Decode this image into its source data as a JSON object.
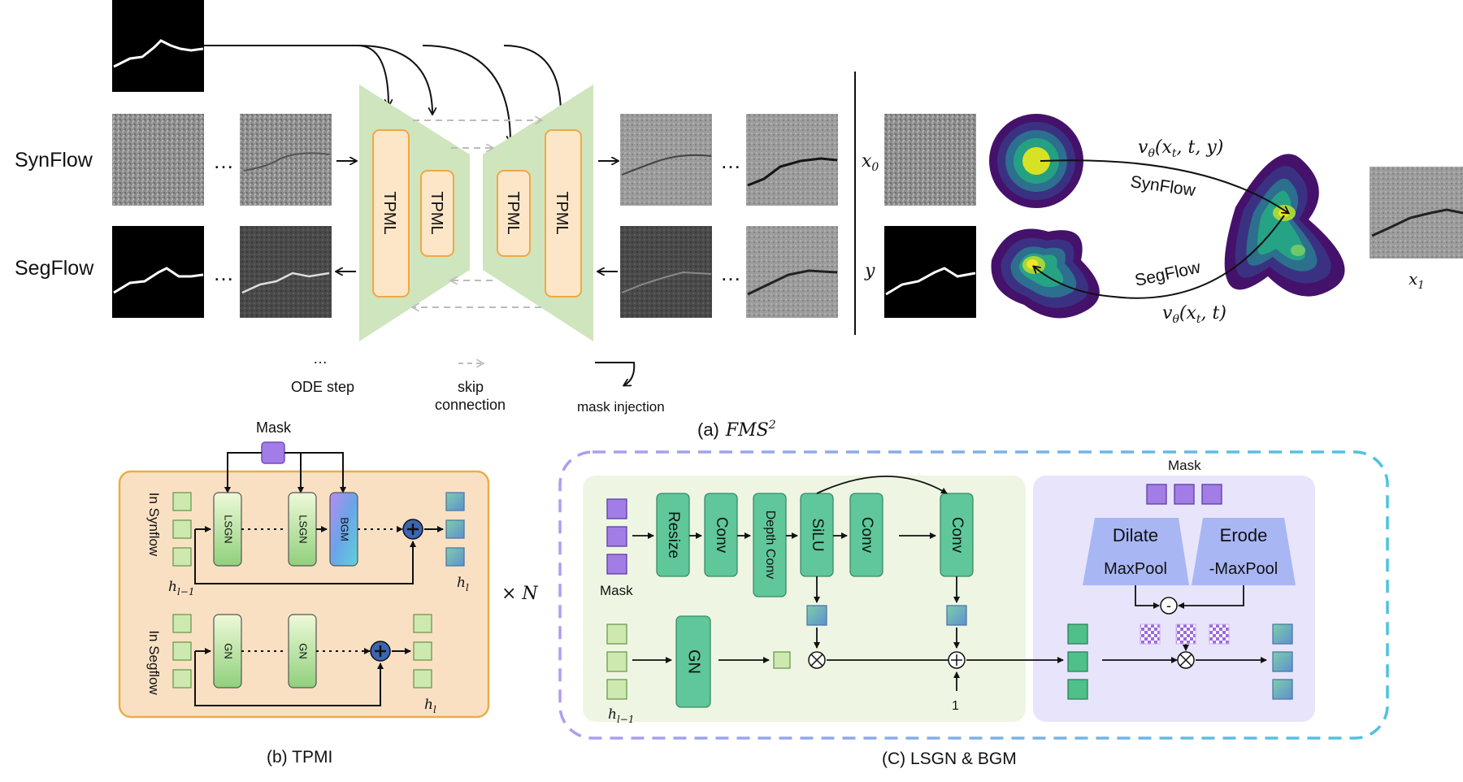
{
  "panel_a": {
    "row_labels": {
      "synflow": "SynFlow",
      "segflow": "SegFlow"
    },
    "block_label": "TPML",
    "ellipsis": "…",
    "legend": {
      "ode_symbol": "…",
      "ode_step": "ODE step",
      "skip_line1": "skip",
      "skip_line2": "connection",
      "mask_injection": "mask injection"
    },
    "caption": "(a)",
    "caption_math": "FMS",
    "caption_sup": "2",
    "flow": {
      "x0": "x",
      "x0_sub": "0",
      "y": "y",
      "x1": "x",
      "x1_sub": "1",
      "synflow": "SynFlow",
      "segflow": "SegFlow",
      "v_syn": "v",
      "v_syn_sub": "θ",
      "v_syn_args": "(x",
      "v_syn_args2": "t",
      "v_syn_args3": ", t, y)",
      "v_seg": "v",
      "v_seg_sub": "θ",
      "v_seg_args": "(x",
      "v_seg_args2": "t",
      "v_seg_args3": ", t)"
    }
  },
  "panel_b": {
    "mask": "Mask",
    "in_synflow": "In Synflow",
    "in_segflow": "In Segflow",
    "lsgn": "LSGN",
    "bgm": "BGM",
    "gn": "GN",
    "h_prev": "h",
    "h_prev_sub": "l−1",
    "h_l": "h",
    "h_l_sub": "l",
    "times_n": "× N",
    "caption": "(b) TPMI"
  },
  "panel_c": {
    "mask_left": "Mask",
    "resize": "Resize",
    "conv": "Conv",
    "depth_conv": "Depth Conv",
    "silu": "SiLU",
    "gn": "GN",
    "one": "1",
    "h_prev": "h",
    "h_prev_sub": "l−1",
    "mask_right": "Mask",
    "dilate": "Dilate",
    "dilate_op": "MaxPool",
    "erode": "Erode",
    "erode_op": "-MaxPool",
    "minus": "-",
    "caption": "(C) LSGN & BGM"
  },
  "colors": {
    "tpml_fill": "#fde6c8",
    "tpml_border": "#f0a843",
    "unet_green": "#cfe5bd",
    "panel_b_bg": "#fae0c3",
    "panel_b_border": "#e9ae4a",
    "green_block": "#5fc79a",
    "purple": "#a37de6",
    "lavender": "#e8e4fb",
    "mint": "#eef6e3"
  }
}
